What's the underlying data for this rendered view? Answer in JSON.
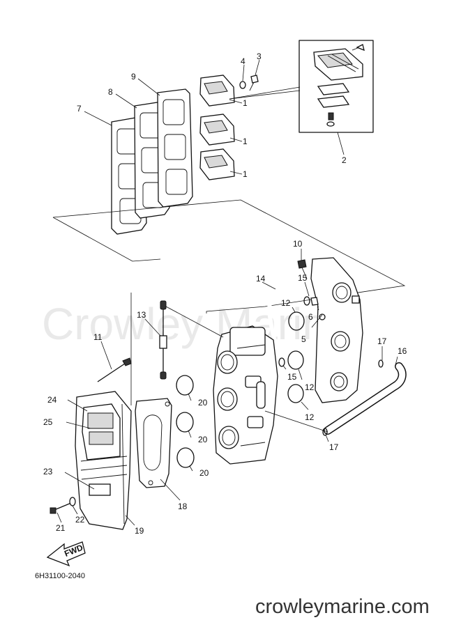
{
  "diagram": {
    "watermark": "Crowley Marine",
    "drawing_code": "6H31100-2040",
    "site_footer": "crowleymarine.com",
    "fwd_label": "FWD",
    "callouts": [
      "1",
      "1",
      "1",
      "2",
      "3",
      "4",
      "5",
      "6",
      "7",
      "8",
      "9",
      "10",
      "11",
      "12",
      "12",
      "12",
      "13",
      "14",
      "15",
      "15",
      "16",
      "17",
      "17",
      "18",
      "19",
      "20",
      "20",
      "20",
      "21",
      "22",
      "23",
      "24",
      "25"
    ]
  }
}
